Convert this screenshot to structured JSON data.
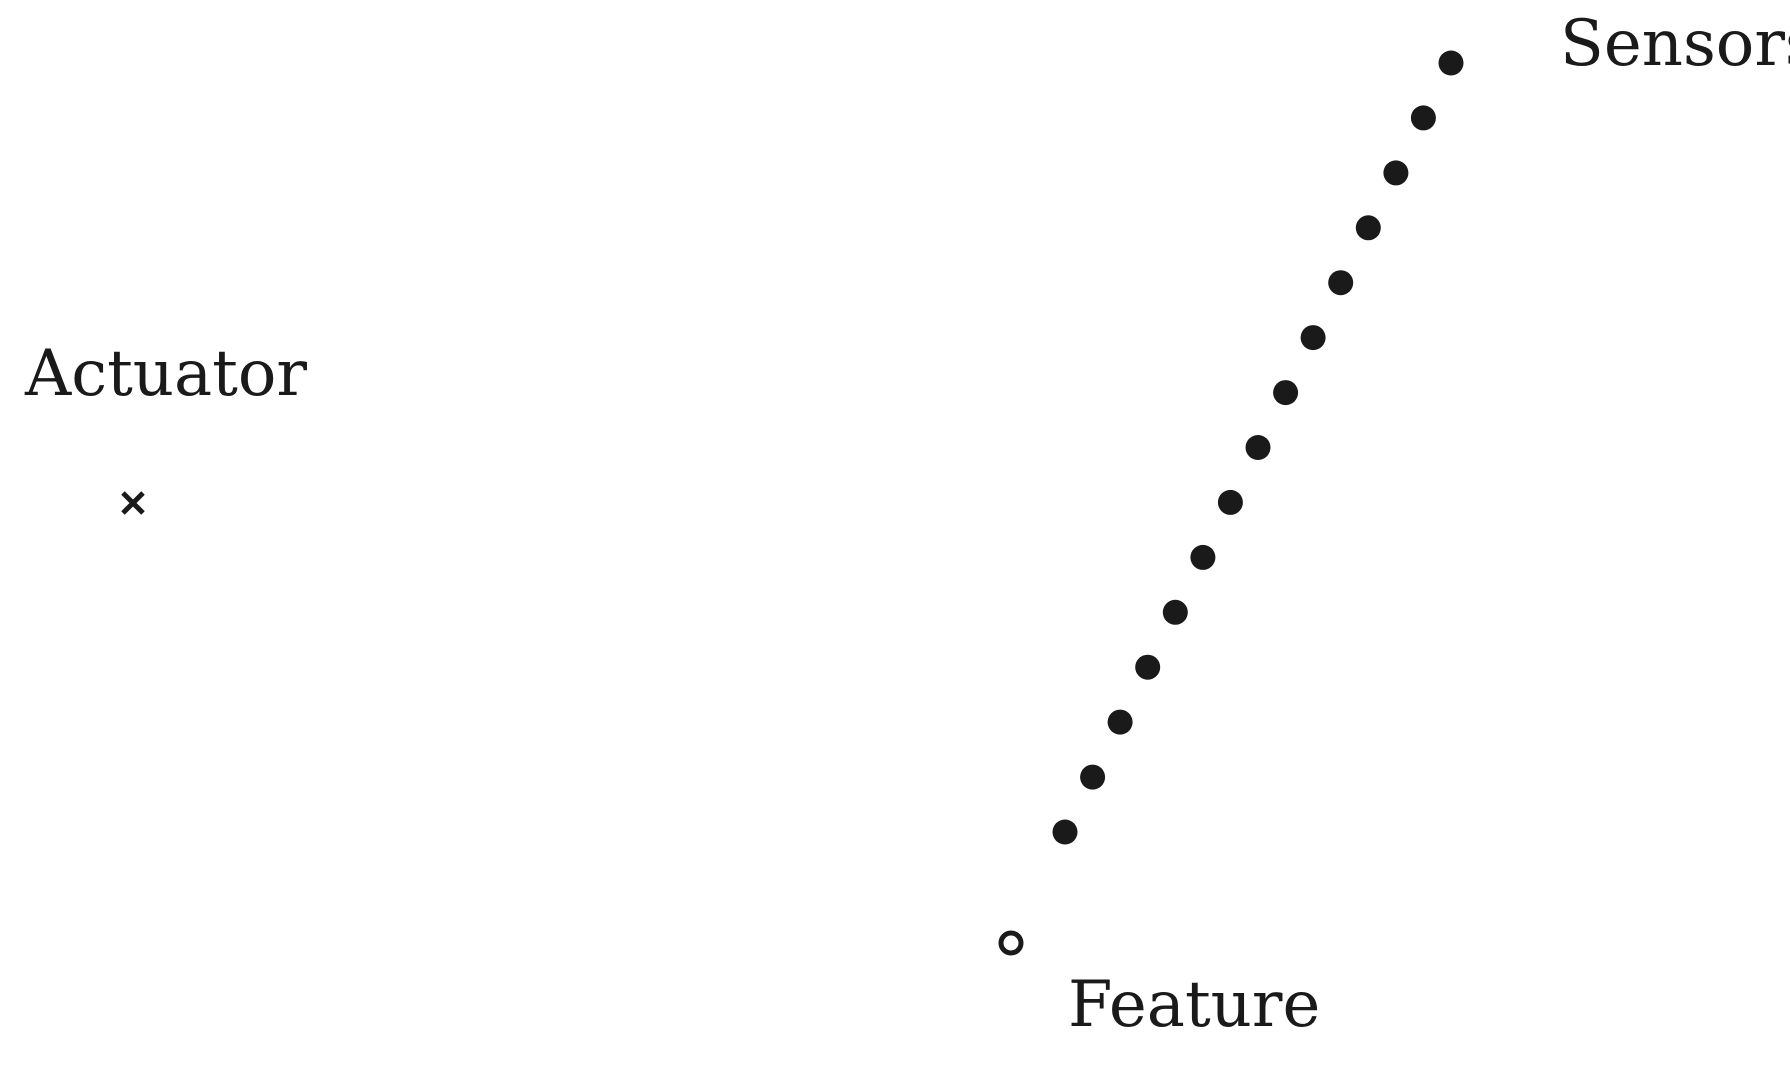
{
  "labels": {
    "actuator": "Actuator",
    "sensors": "Sensors",
    "feature": "Feature"
  },
  "colors": {
    "ink": "#1a1a1a",
    "background": "#ffffff"
  },
  "marks": {
    "actuator_marker": "cross-icon",
    "sensor_marker": "filled-circle-icon",
    "feature_marker": "open-circle-icon"
  },
  "sensor_count": 15
}
